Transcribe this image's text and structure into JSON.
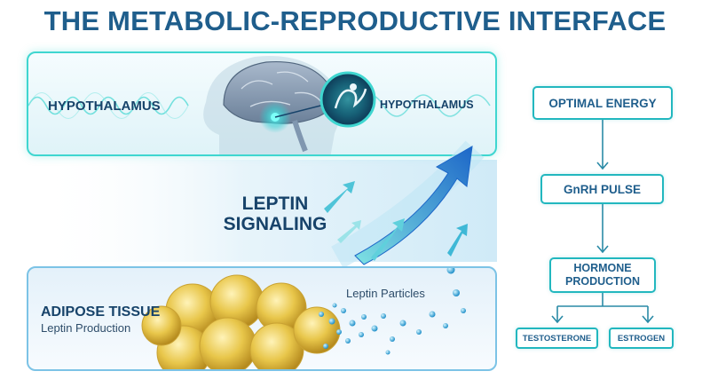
{
  "title": "THE METABOLIC-REPRODUCTIVE INTERFACE",
  "hypothalamus": {
    "left_label": "HYPOTHALAMUS",
    "right_label": "HYPOTHALAMUS"
  },
  "signal": {
    "line1": "LEPTIN",
    "line2": "SIGNALING"
  },
  "adipose": {
    "title": "ADIPOSE TISSUE",
    "subtitle": "Leptin Production",
    "particles_label": "Leptin Particles"
  },
  "flowchart": {
    "energy": "OPTIMAL ENERGY",
    "gnrh": "GnRH PULSE",
    "hormone_line1": "HORMONE",
    "hormone_line2": "PRODUCTION",
    "testosterone": "TESTOSTERONE",
    "estrogen": "ESTROGEN"
  },
  "colors": {
    "title": "#1f5e8c",
    "teal": "#22b7bf",
    "panel_border": "#3fd6d0",
    "dark_text": "#17436a",
    "fat_cell": "#e8c64a"
  }
}
